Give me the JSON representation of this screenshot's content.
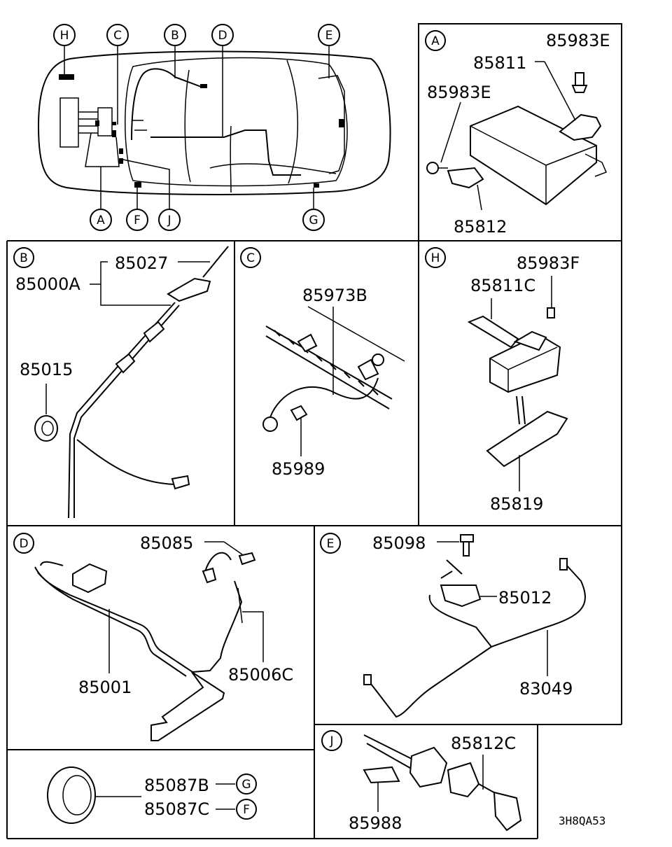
{
  "callouts": {
    "overview": [
      "H",
      "C",
      "B",
      "D",
      "E",
      "A",
      "F",
      "J",
      "G"
    ],
    "panel_A": "A",
    "panel_B": "B",
    "panel_C": "C",
    "panel_D": "D",
    "panel_E": "E",
    "panel_H": "H",
    "panel_J": "J",
    "grommet_G": "G",
    "grommet_F": "F"
  },
  "parts": {
    "a_85983e_top": "85983E",
    "a_85811": "85811",
    "a_85983e_left": "85983E",
    "a_85812": "85812",
    "b_85027": "85027",
    "b_85000a": "85000A",
    "b_85015": "85015",
    "c_85973b": "85973B",
    "c_85989": "85989",
    "h_85983f": "85983F",
    "h_85811c": "85811C",
    "h_85819": "85819",
    "d_85085": "85085",
    "d_85001": "85001",
    "d_85006c": "85006C",
    "e_85098": "85098",
    "e_85012": "85012",
    "e_83049": "83049",
    "g_85087b": "85087B",
    "g_85087c": "85087C",
    "j_85812c": "85812C",
    "j_85988": "85988"
  },
  "diagram_code": "3H8QA53"
}
